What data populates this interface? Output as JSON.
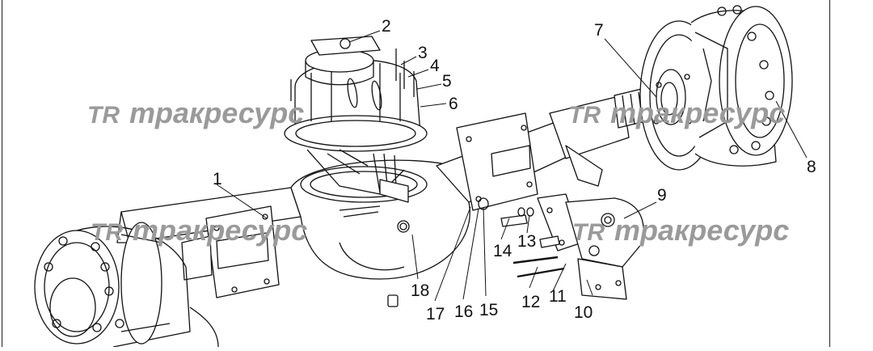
{
  "watermark": {
    "mark": "TR",
    "text": "тракресурс",
    "color": "#9a9a9a"
  },
  "callouts": [
    "1",
    "2",
    "3",
    "4",
    "5",
    "6",
    "7",
    "8",
    "9",
    "10",
    "11",
    "12",
    "13",
    "14",
    "15",
    "16",
    "17",
    "18"
  ],
  "colors": {
    "line": "#111111",
    "paper": "#ffffff"
  }
}
